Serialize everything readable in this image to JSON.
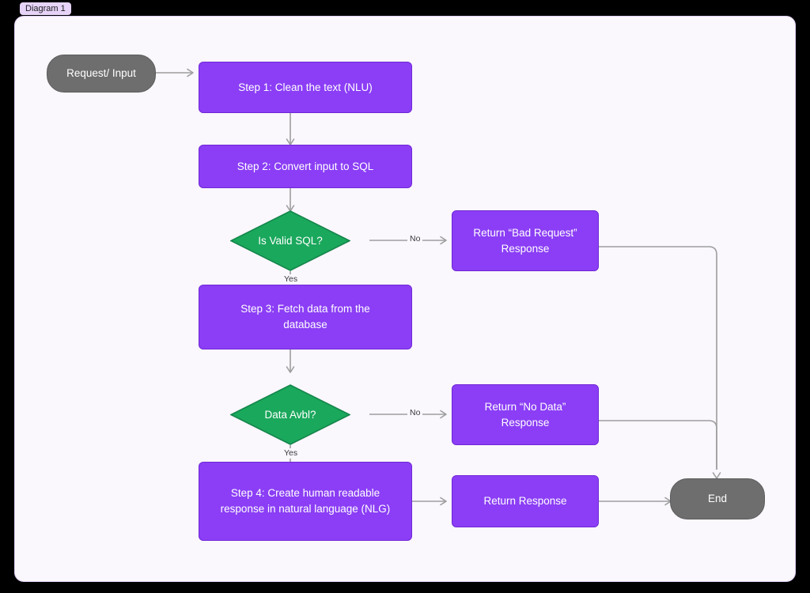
{
  "tab": {
    "label": "Diagram 1"
  },
  "colors": {
    "canvas_bg": "#faf7fd",
    "process_fill": "#8b3ef5",
    "decision_fill": "#1aa85c",
    "terminal_fill": "#6e6e6e",
    "connector": "#9e9e9e",
    "tab_bg": "#e6d3f7"
  },
  "nodes": {
    "start": {
      "label": "Request/ Input",
      "type": "terminal"
    },
    "step1": {
      "label": "Step 1: Clean the text (NLU)",
      "type": "process"
    },
    "step2": {
      "label": "Step 2: Convert input to SQL",
      "type": "process"
    },
    "decision1": {
      "label": "Is Valid SQL?",
      "type": "decision"
    },
    "bad_request": {
      "line1": "Return “Bad Request”",
      "line2": "Response",
      "type": "process"
    },
    "step3": {
      "line1": "Step 3: Fetch data from the",
      "line2": "database",
      "type": "process"
    },
    "decision2": {
      "label": "Data Avbl?",
      "type": "decision"
    },
    "no_data": {
      "line1": "Return “No Data”",
      "line2": "Response",
      "type": "process"
    },
    "step4": {
      "line1": "Step 4: Create human readable",
      "line2": "response in natural language (NLG)",
      "type": "process"
    },
    "return_response": {
      "label": "Return Response",
      "type": "process"
    },
    "end": {
      "label": "End",
      "type": "terminal"
    }
  },
  "edge_labels": {
    "d1_no": "No",
    "d1_yes": "Yes",
    "d2_no": "No",
    "d2_yes": "Yes"
  }
}
